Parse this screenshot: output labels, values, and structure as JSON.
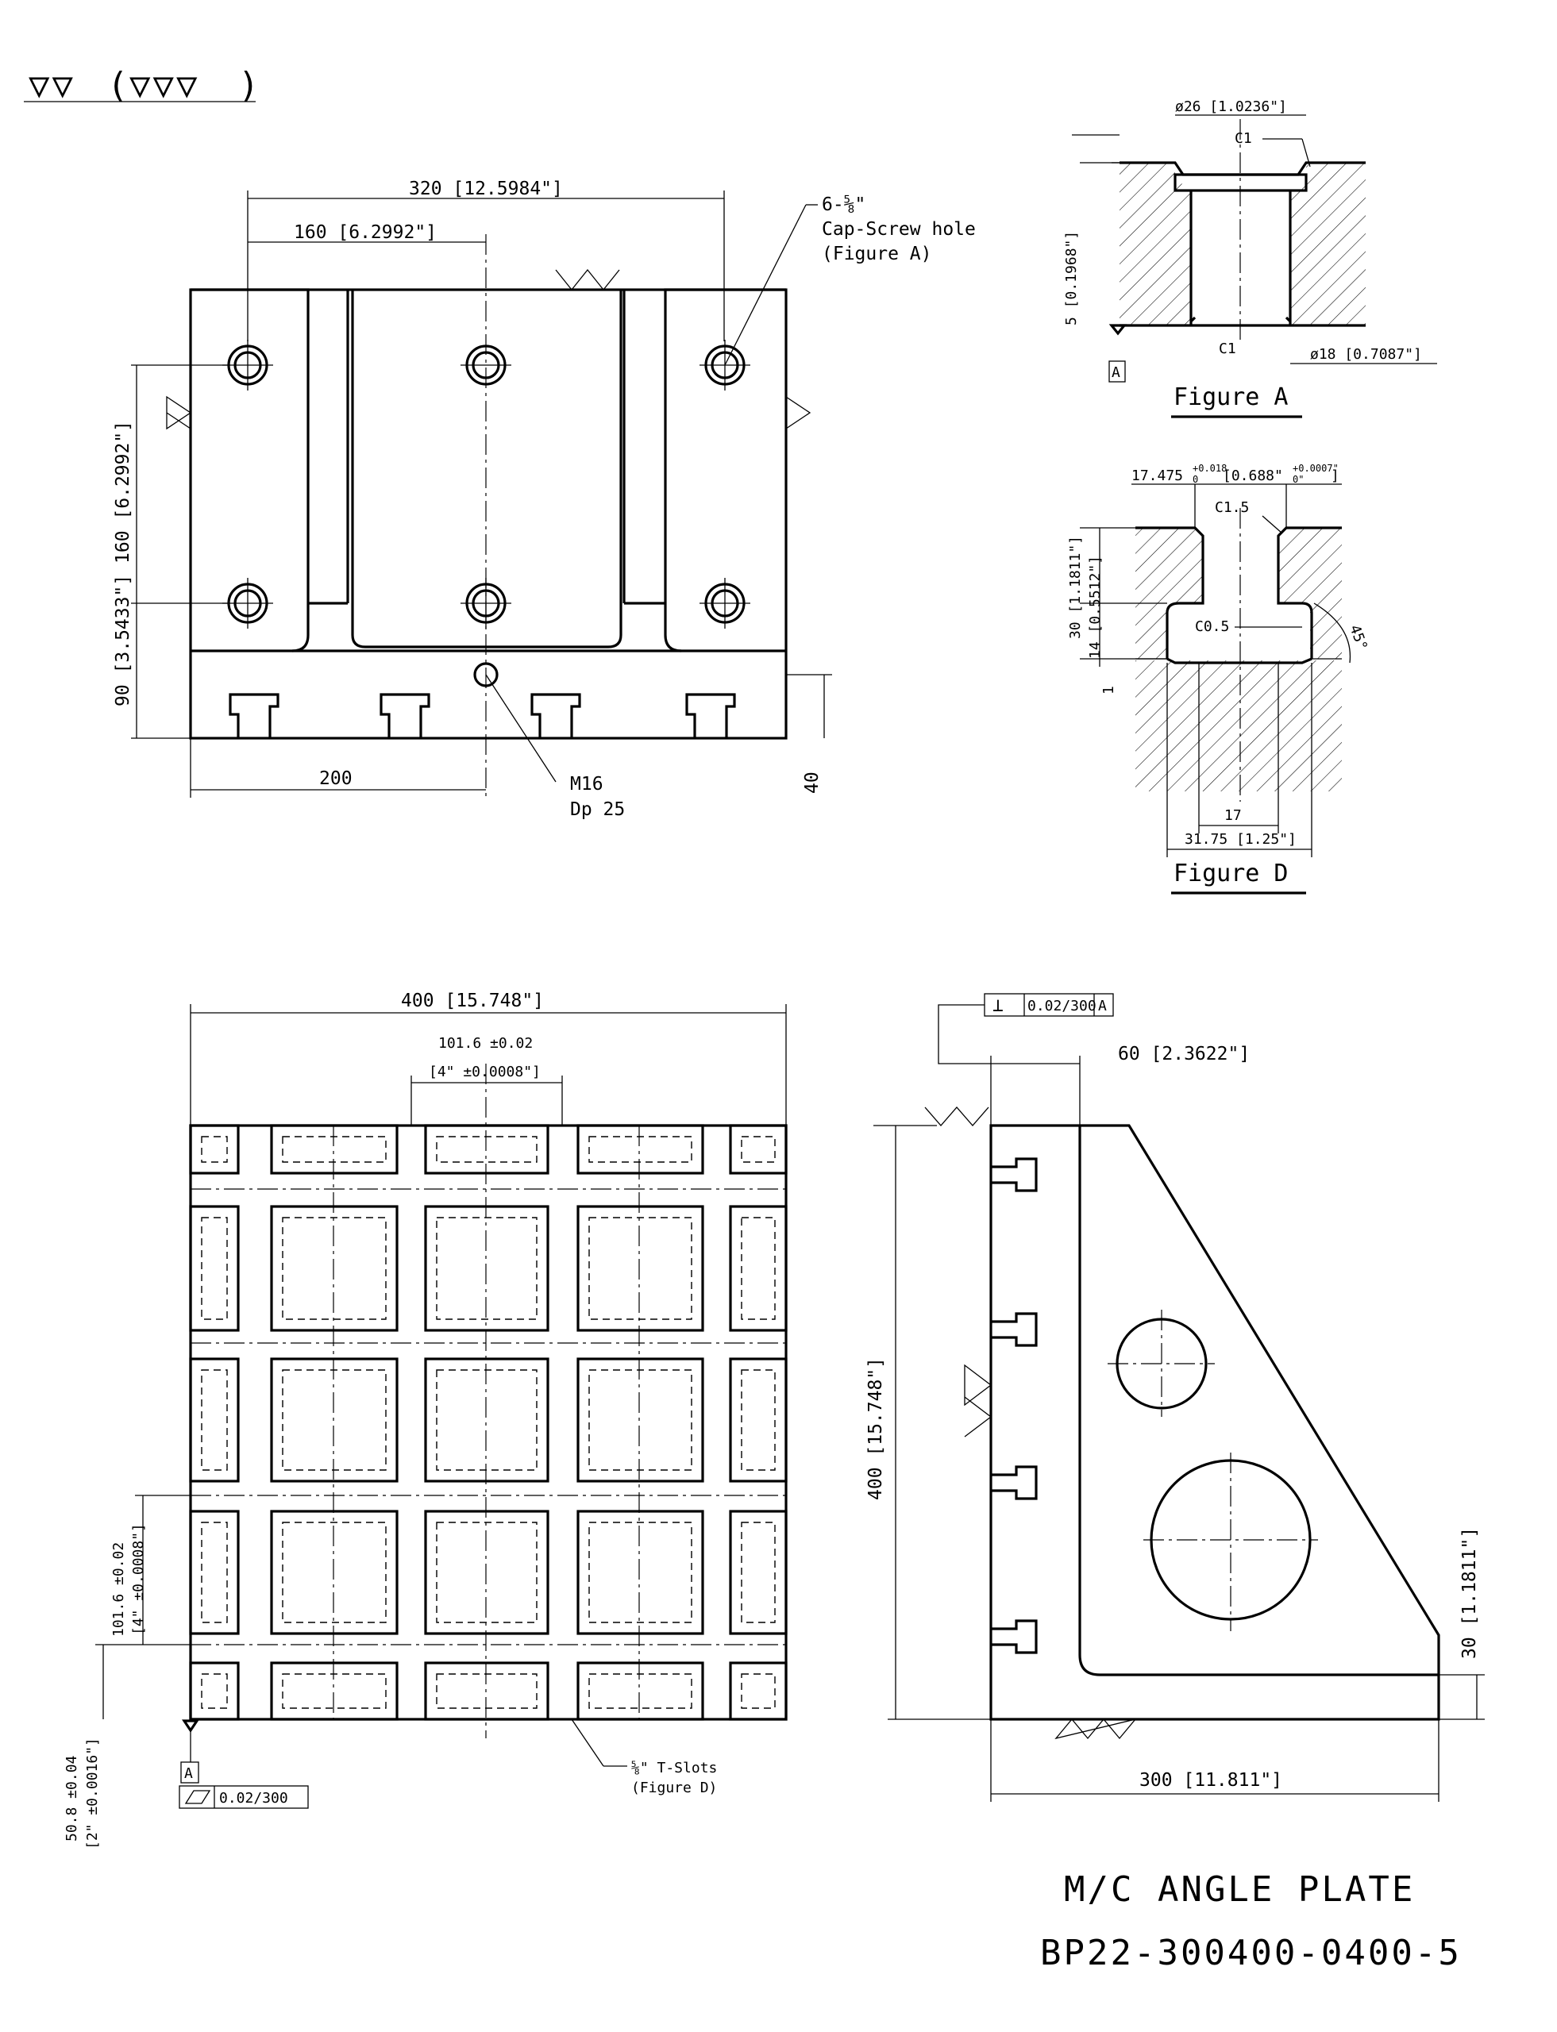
{
  "surface_symbol": {
    "rough": "▽▽",
    "fine": "▽▽▽"
  },
  "front_view": {
    "dim_320": "320 [12.5984\"]",
    "dim_160_h": "160 [6.2992\"]",
    "callout_holes_1": "6-⅝\"",
    "callout_holes_2": "Cap-Screw hole",
    "callout_holes_3": "(Figure A)",
    "dim_90_160": "90 [3.5433\"] 160 [6.2992\"]",
    "dim_200": "200",
    "dim_40": "40",
    "tap_1": "M16",
    "tap_2": "Dp 25"
  },
  "figure_a": {
    "dia_top": "ø26 [1.0236\"]",
    "chamfer_top": "C1",
    "chamfer_bottom": "C1",
    "dia_bottom": "ø18 [0.7087\"]",
    "depth": "5 [0.1968\"]",
    "datum": "A",
    "title": "Figure A"
  },
  "figure_d": {
    "width_top": "17.475",
    "width_top_tol": "+0.018",
    "width_top_tol2": "0",
    "width_top_in": "[0.688\"",
    "width_top_in_tol": "+0.0007\"",
    "width_top_in_tol2": "0\"",
    "width_top_close": "]",
    "chamfer_top": "C1.5",
    "chamfer_inner": "C0.5",
    "angle": "45°",
    "dim_30": "30 [1.1811\"]",
    "dim_14": "14 [0.5512\"]",
    "dim_1": "1",
    "dim_17": "17",
    "dim_31": "31.75 [1.25\"]",
    "title": "Figure D"
  },
  "plan_view": {
    "dim_400": "400 [15.748\"]",
    "pitch_1": "101.6 ±0.02",
    "pitch_2": "[4\" ±0.0008\"]",
    "vpitch_1": "101.6 ±0.02",
    "vpitch_2": "[4\" ±0.0008\"]",
    "offset_1": "50.8 ±0.04",
    "offset_2": "[2\" ±0.0016\"]",
    "datum": "A",
    "flatness": "0.02/300",
    "tslot_1": "⅝\" T-Slots",
    "tslot_2": "(Figure D)"
  },
  "side_view": {
    "perp_sym": "⊥",
    "perp_val": "0.02/300",
    "perp_datum": "A",
    "dim_60": "60 [2.3622\"]",
    "dim_400v": "400 [15.748\"]",
    "dim_30": "30 [1.1811\"]",
    "dim_300": "300 [11.811\"]"
  },
  "title_block": {
    "name": "M/C ANGLE PLATE",
    "part_no": "BP22-300400-0400-5"
  }
}
